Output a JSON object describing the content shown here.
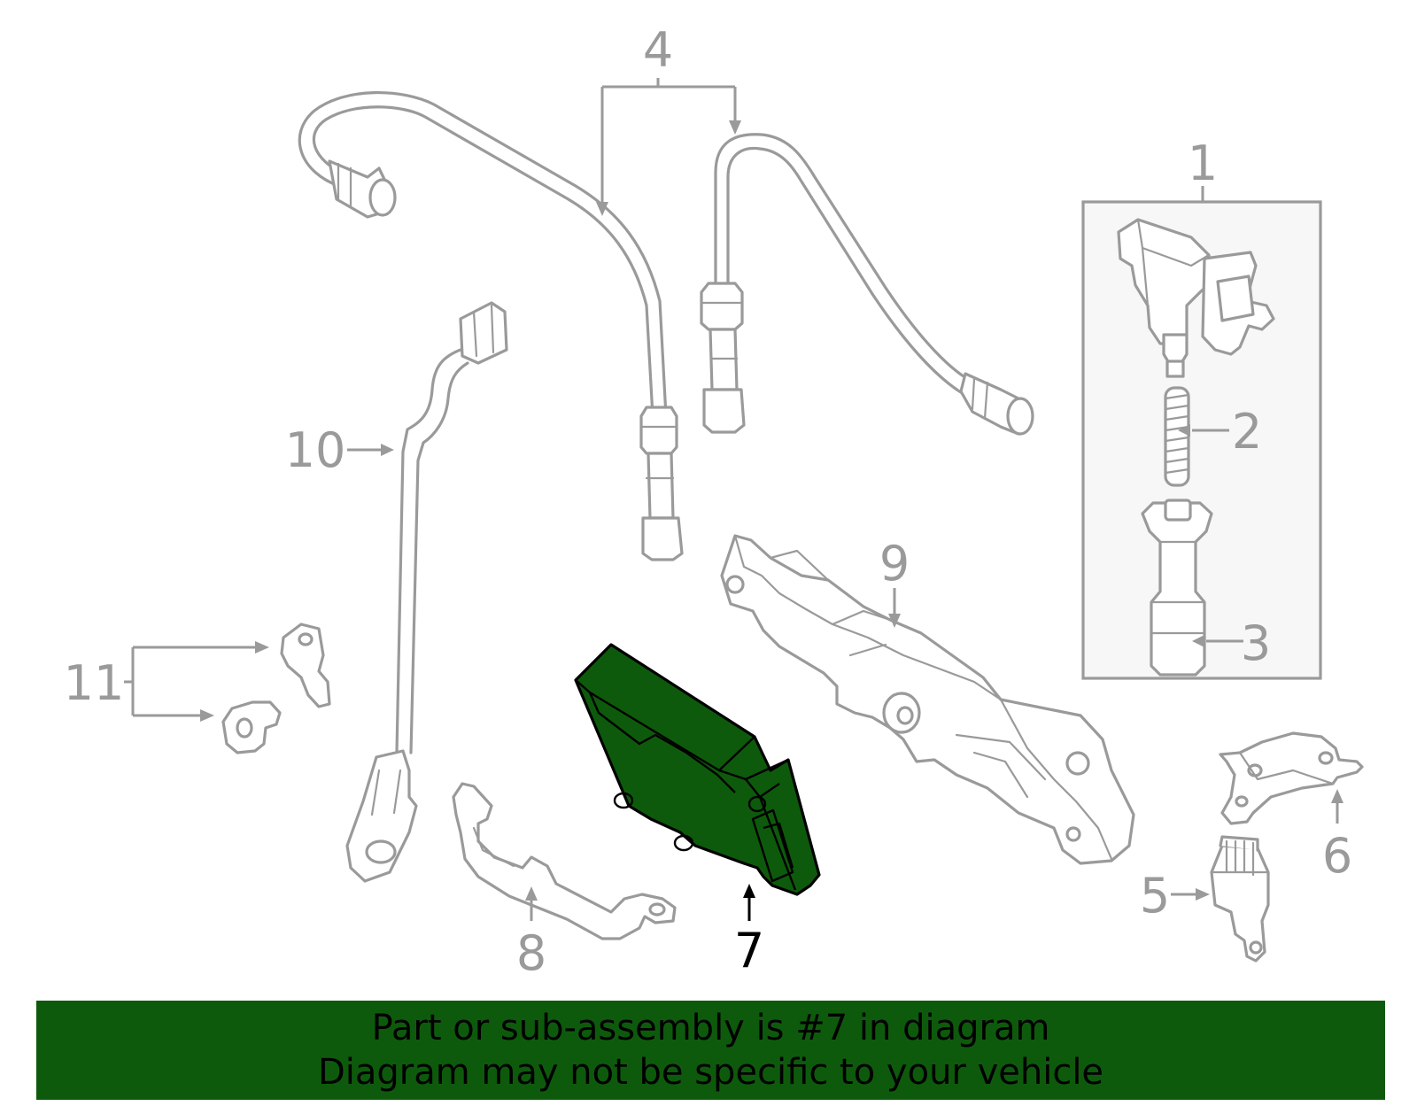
{
  "colors": {
    "highlight": "#0e5a0c",
    "outline": "#9a9a9a",
    "text": "#000000"
  },
  "callouts": {
    "c1": "1",
    "c2": "2",
    "c3": "3",
    "c4": "4",
    "c5": "5",
    "c6": "6",
    "c7": "7",
    "c8": "8",
    "c9": "9",
    "c10": "10",
    "c11": "11"
  },
  "highlighted_part": "7",
  "banner": {
    "line1": "Part or sub-assembly is #7 in diagram",
    "line2": "Diagram may not be specific to your vehicle"
  }
}
